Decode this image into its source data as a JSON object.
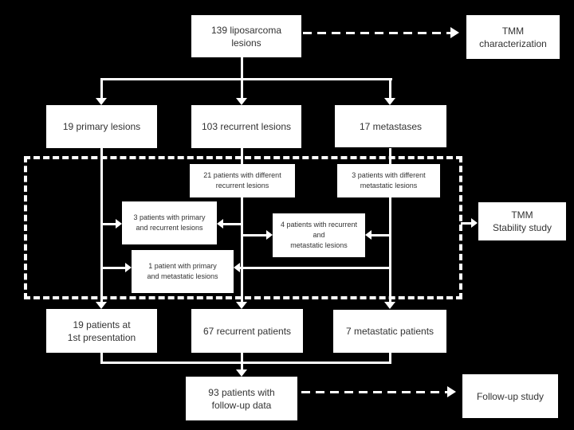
{
  "flowchart": {
    "colors": {
      "background": "#000000",
      "box_fill": "#ffffff",
      "box_text": "#333333",
      "connector": "#ffffff"
    },
    "nodes": {
      "lesions_total": {
        "lines": [
          "139 liposarcoma",
          "lesions"
        ]
      },
      "tmm_characterization": {
        "lines": [
          "TMM",
          "characterization"
        ]
      },
      "primary_lesions": {
        "lines": [
          "19 primary lesions"
        ]
      },
      "recurrent_lesions": {
        "lines": [
          "103 recurrent lesions"
        ]
      },
      "metastases": {
        "lines": [
          "17 metastases"
        ]
      },
      "diff_recurrent": {
        "lines": [
          "21 patients with different",
          "recurrent lesions"
        ]
      },
      "diff_metastatic": {
        "lines": [
          "3 patients with different",
          "metastatic lesions"
        ]
      },
      "primary_and_recurrent": {
        "lines": [
          "3 patients with primary",
          "and recurrent lesions"
        ]
      },
      "recurrent_and_metastatic": {
        "lines": [
          "4 patients with recurrent",
          "and",
          "metastatic lesions"
        ]
      },
      "primary_and_metastatic": {
        "lines": [
          "1 patient with primary",
          "and metastatic lesions"
        ]
      },
      "tmm_stability": {
        "lines": [
          "TMM",
          "Stability study"
        ]
      },
      "patients_first": {
        "lines": [
          "19 patients at",
          "1st presentation"
        ]
      },
      "recurrent_patients": {
        "lines": [
          "67 recurrent patients"
        ]
      },
      "metastatic_patients": {
        "lines": [
          "7 metastatic patients"
        ]
      },
      "followup_patients": {
        "lines": [
          "93 patients with",
          "follow-up data"
        ]
      },
      "followup_study": {
        "lines": [
          "Follow-up study"
        ]
      }
    },
    "edges": [
      {
        "from": "lesions_total",
        "to": "tmm_characterization",
        "style": "dashed-arrow"
      },
      {
        "from": "lesions_total",
        "to": "primary_lesions",
        "style": "solid-arrow"
      },
      {
        "from": "lesions_total",
        "to": "recurrent_lesions",
        "style": "solid-arrow"
      },
      {
        "from": "lesions_total",
        "to": "metastases",
        "style": "solid-arrow"
      },
      {
        "from": "primary_lesions",
        "to": "primary_and_recurrent",
        "style": "solid-arrow"
      },
      {
        "from": "recurrent_lesions",
        "to": "primary_and_recurrent",
        "style": "solid-arrow"
      },
      {
        "from": "recurrent_lesions",
        "to": "recurrent_and_metastatic",
        "style": "solid-arrow"
      },
      {
        "from": "metastases",
        "to": "recurrent_and_metastatic",
        "style": "solid-arrow"
      },
      {
        "from": "primary_lesions",
        "to": "primary_and_metastatic",
        "style": "solid-arrow"
      },
      {
        "from": "metastases",
        "to": "primary_and_metastatic",
        "style": "solid-arrow"
      },
      {
        "from": "overlap-group",
        "to": "tmm_stability",
        "style": "solid-arrow"
      },
      {
        "from": "primary_lesions",
        "to": "patients_first",
        "style": "solid-arrow"
      },
      {
        "from": "recurrent_lesions",
        "to": "recurrent_patients",
        "style": "solid-arrow"
      },
      {
        "from": "metastases",
        "to": "metastatic_patients",
        "style": "solid-arrow"
      },
      {
        "from": "patients_first",
        "to": "followup_patients",
        "style": "solid-arrow"
      },
      {
        "from": "recurrent_patients",
        "to": "followup_patients",
        "style": "solid-arrow"
      },
      {
        "from": "metastatic_patients",
        "to": "followup_patients",
        "style": "solid-arrow"
      },
      {
        "from": "followup_patients",
        "to": "followup_study",
        "style": "dashed-arrow"
      }
    ]
  }
}
